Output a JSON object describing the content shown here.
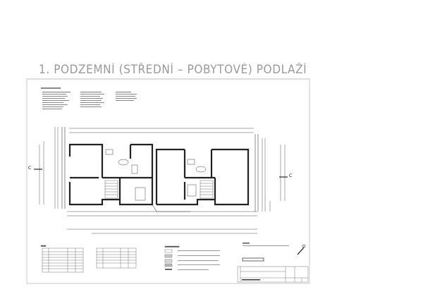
{
  "title": "1. PODZEMNÍ (STŘEDNÍ – POBYTOVÉ) PODLAŽÍ",
  "section_marks": {
    "left": "C",
    "right": "C"
  },
  "colors": {
    "title": "#9a9a9a",
    "wall": "#222222",
    "line": "#555555"
  }
}
